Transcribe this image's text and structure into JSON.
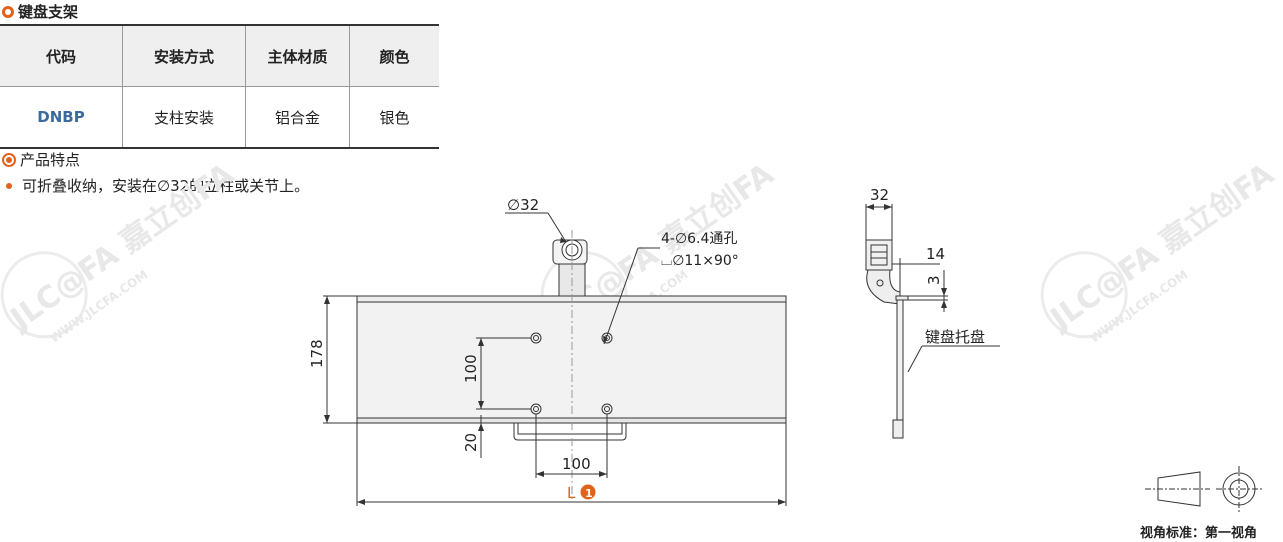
{
  "section1_title": "键盘支架",
  "table": {
    "headers": [
      "代码",
      "安装方式",
      "主体材质",
      "颜色"
    ],
    "row": [
      "DNBP",
      "支柱安装",
      "铝合金",
      "银色"
    ]
  },
  "section2_title": "产品特点",
  "feature": "可折叠收纳，安装在∅32的立柱或关节上。",
  "front_view": {
    "pole_dia": "∅32",
    "hole_spec": "4-∅6.4通孔",
    "counterbore": "⌴∅11×90°",
    "dim_178": "178",
    "dim_100_v": "100",
    "dim_20": "20",
    "dim_100_h": "100",
    "dim_L": "L",
    "note_num": "1"
  },
  "side_view": {
    "dim_32": "32",
    "dim_14": "14",
    "dim_3": "3",
    "tray_label": "键盘托盘"
  },
  "projection_label": "视角标准：第一视角",
  "watermark": {
    "brand": "JLC@FA 嘉立创FA",
    "url": "WWW.JLCFA.COM"
  },
  "colors": {
    "accent": "#e2621b",
    "code": "#3b6aa0",
    "header_bg": "#efefef"
  }
}
